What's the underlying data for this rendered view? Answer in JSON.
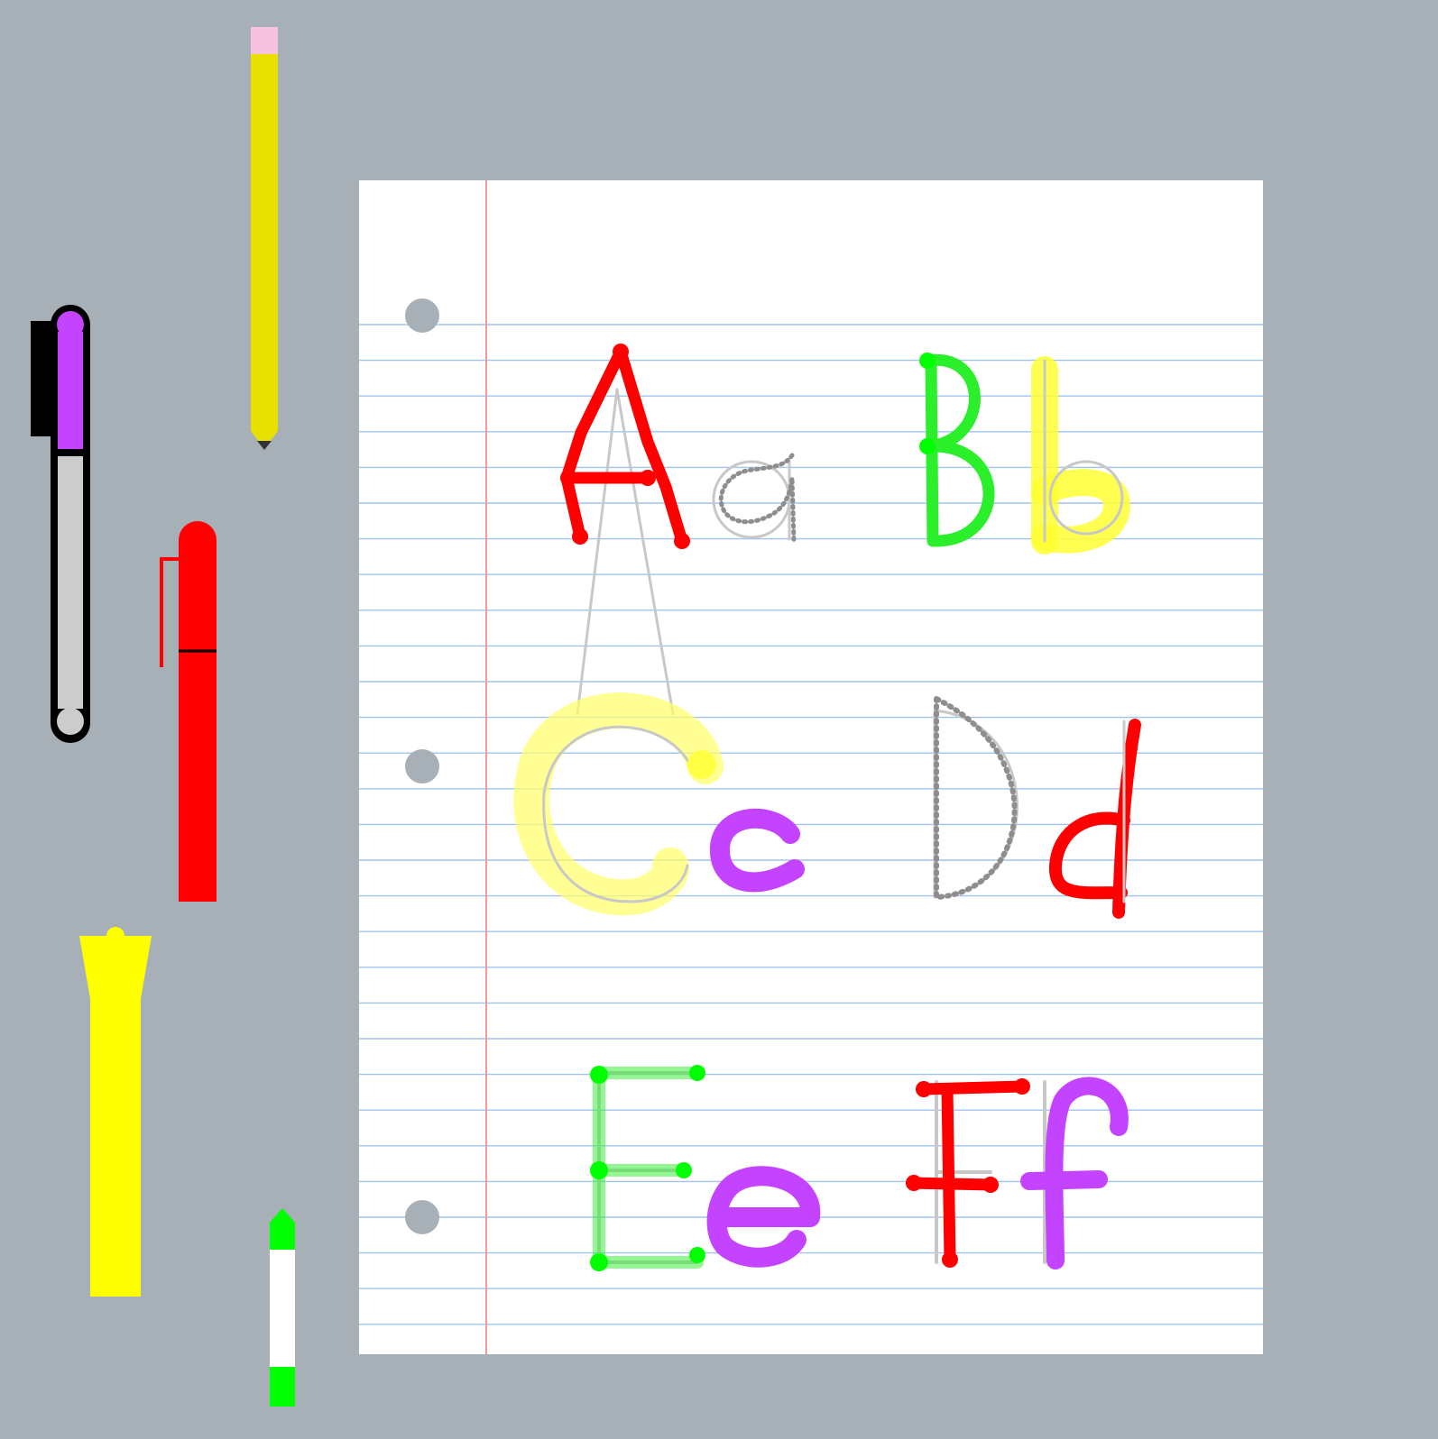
{
  "app": {
    "background_color": "#a7b0b7",
    "paper_color": "#ffffff",
    "rule_color": "#9fc3ee",
    "margin_color": "#f29a9a",
    "hole_color": "#a7b0b7",
    "guide_color": "#c4c4c4"
  },
  "tools": [
    {
      "name": "pencil",
      "icon": "pencil-icon",
      "color": "#e8e000",
      "eraser_color": "#f7c2df"
    },
    {
      "name": "glitter-marker",
      "icon": "marker-icon",
      "color": "#c443ff",
      "body_color": "#cccccc"
    },
    {
      "name": "pen",
      "icon": "pen-icon",
      "color": "#ff0000"
    },
    {
      "name": "highlighter",
      "icon": "highlighter-icon",
      "color": "#ffff00"
    },
    {
      "name": "crayon",
      "icon": "crayon-icon",
      "color": "#00ff00"
    }
  ],
  "letter_pairs": [
    {
      "upper": "A",
      "lower": "a",
      "upper_tool": "pen",
      "lower_tool": "pencil"
    },
    {
      "upper": "B",
      "lower": "b",
      "upper_tool": "crayon",
      "lower_tool": "highlighter"
    },
    {
      "upper": "C",
      "lower": "c",
      "upper_tool": "highlighter",
      "lower_tool": "glitter-marker"
    },
    {
      "upper": "D",
      "lower": "d",
      "upper_tool": "pencil",
      "lower_tool": "pen"
    },
    {
      "upper": "E",
      "lower": "e",
      "upper_tool": "crayon",
      "lower_tool": "glitter-marker"
    },
    {
      "upper": "F",
      "lower": "f",
      "upper_tool": "pen",
      "lower_tool": "glitter-marker"
    }
  ]
}
